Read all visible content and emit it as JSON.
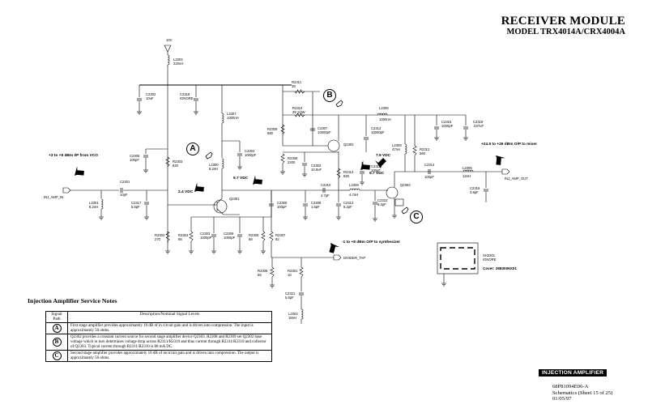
{
  "header": {
    "title": "RECEIVER MODULE",
    "model": "MODEL TRX4014A/CRX4004A"
  },
  "schematic": {
    "supply": {
      "label": "10V"
    },
    "nets": {
      "input": "INJ_AMP_IN",
      "output": "INJ_AMP_OUT",
      "divider": "DIVIDER_TAP"
    },
    "annotations": {
      "input_level": "+3 to +9 dBm I/P from VCO",
      "output_level": "+24.5 to +26 dBm O/P to mixer",
      "synth_level": "-1 to +8 dBm O/P to synthesizer",
      "v_q2301_base": "2.4 VDC",
      "v_q2301_collector": "9.7 VDC",
      "v_q2303_collector": "7.9 VDC",
      "v_q2303_base": "9.7 VDC"
    },
    "path_markers": [
      "A",
      "B",
      "C"
    ],
    "components": {
      "L2302": {
        "ref": "L2302",
        "value": "220nH"
      },
      "C2302": {
        "ref": "C2302",
        "value": "10uF"
      },
      "C2318": {
        "ref": "C2318",
        "value": "IGNORE"
      },
      "L2307": {
        "ref": "L2307",
        "value": "1000nH"
      },
      "C2304": {
        "ref": "C2304",
        "value": "1000pF"
      },
      "L2300": {
        "ref": "L2300",
        "value": "8.2nH"
      },
      "R2303": {
        "ref": "R2303",
        "value": "820"
      },
      "C2305": {
        "ref": "C2305",
        "value": "100pF"
      },
      "C2301": {
        "ref": "C2301",
        "value": "10pF"
      },
      "L2301": {
        "ref": "L2301",
        "value": "8.2nH"
      },
      "C2317": {
        "ref": "C2317",
        "value": "5.6pF"
      },
      "Q2301": {
        "ref": "Q2301",
        "value": ""
      },
      "R2302": {
        "ref": "R2302",
        "value": "270"
      },
      "R2304": {
        "ref": "R2304",
        "value": "68"
      },
      "C2303": {
        "ref": "C2303",
        "value": "1000pF"
      },
      "C2306": {
        "ref": "C2306",
        "value": "1000pF"
      },
      "R2305": {
        "ref": "R2305",
        "value": "68"
      },
      "R2307": {
        "ref": "R2307",
        "value": "82"
      },
      "R2311": {
        "ref": "R2311",
        "value": "39"
      },
      "R2310": {
        "ref": "R2310",
        "value": "39",
        "note": "1/4W"
      },
      "R2309": {
        "ref": "R2309",
        "value": "680"
      },
      "R2308": {
        "ref": "R2308",
        "value": "2200"
      },
      "C2307": {
        "ref": "C2307",
        "value": "10000pF"
      },
      "Q2302": {
        "ref": "Q2302",
        "value": ""
      },
      "C2312": {
        "ref": "C2312",
        "value": "10000pF"
      },
      "C2302b": {
        "ref": "C2302",
        "value": "10.0uF"
      },
      "R2313": {
        "ref": "R2313",
        "value": "820"
      },
      "C2311": {
        "ref": "C2311",
        "value": "100pF"
      },
      "C2308": {
        "ref": "C2308",
        "value": "100pF"
      },
      "C2309": {
        "ref": "C2309",
        "value": "1.5pF"
      },
      "C2310": {
        "ref": "C2310",
        "value": "4.7pF"
      },
      "C2313": {
        "ref": "C2313",
        "value": "8.2pF"
      },
      "L2309": {
        "ref": "L2309",
        "value": "4.7nH"
      },
      "L2305": {
        "ref": "L2305",
        "value": "1000nH"
      },
      "C2315": {
        "ref": "C2315",
        "value": "1000pF"
      },
      "C2319": {
        "ref": "C2319",
        "value": ".047uF"
      },
      "L2308": {
        "ref": "L2308",
        "value": "47nH"
      },
      "R2312": {
        "ref": "R2312",
        "value": "560"
      },
      "Q2303": {
        "ref": "Q2303",
        "value": ""
      },
      "C2323": {
        "ref": "C2323",
        "value": "8.2pF"
      },
      "C2314": {
        "ref": "C2314",
        "value": "100pF"
      },
      "L2306": {
        "ref": "L2306",
        "value": "12nH"
      },
      "C2316": {
        "ref": "C2316",
        "value": "3.9pF"
      },
      "R2306": {
        "ref": "R2306",
        "value": "56"
      },
      "R2301": {
        "ref": "R2301",
        "value": "10"
      },
      "C2321": {
        "ref": "C2321",
        "value": "5.6pF"
      },
      "L2304": {
        "ref": "L2304",
        "value": "18nH"
      },
      "SH2301": {
        "ref": "SH2301",
        "value": "IGNORE",
        "note": "Cover: 2683006X01"
      }
    }
  },
  "notes": {
    "title": "Injection Amplifier Service Notes",
    "columns": [
      "Signal Path",
      "Description/Nominal Signal Levels"
    ],
    "rows": [
      {
        "path": "A",
        "text": "First stage amplifier provides approximately 10 dB of in circuit gain and is driven into compression. The input is approximately 50 ohms."
      },
      {
        "path": "B",
        "text": "Q2302 provides a constant current source for second stage amplifier device Q2303. R2308 and R2309 set Q2302 base voltage which in turn determines voltage drop across R2311/R2310 and thus current through R2311/R2310 and collector of Q2303. Typical current through R2311/R2310 is 88 mA DC."
      },
      {
        "path": "C",
        "text": "Second stage amplifier provides approximately 10 dB of incircuit gain and is driven into compression. The output is approximately 50 ohms."
      }
    ]
  },
  "footer": {
    "badge": "INJECTION AMPLIFIER",
    "doc_number": "68P81094E06-A",
    "sheet": "Schematics (Sheet 15 of 25)",
    "date": "01/05/97"
  }
}
